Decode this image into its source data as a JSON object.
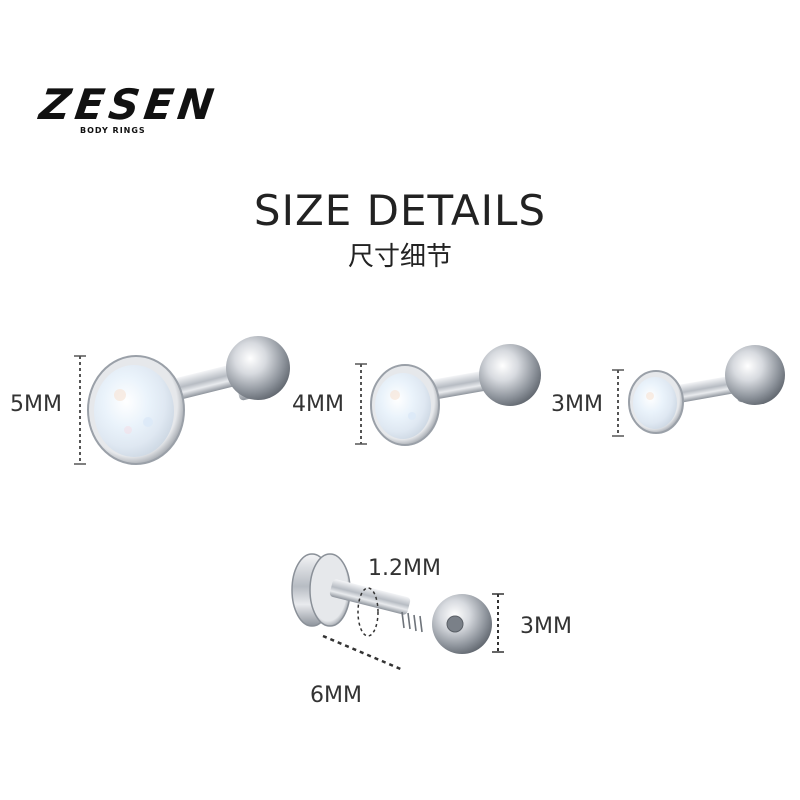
{
  "brand": {
    "name": "ZESEN",
    "tagline": "BODY RINGS"
  },
  "heading": {
    "title": "SIZE DETAILS",
    "subtitle": "尺寸细节"
  },
  "sizes": [
    {
      "label": "5MM"
    },
    {
      "label": "4MM"
    },
    {
      "label": "3MM"
    }
  ],
  "diagram": {
    "thread_label": "1.2MM",
    "ball_label": "3MM",
    "length_label": "6MM"
  },
  "colors": {
    "metal": "#c8ccd2",
    "opal": "#eef4fb",
    "text": "#222222"
  }
}
